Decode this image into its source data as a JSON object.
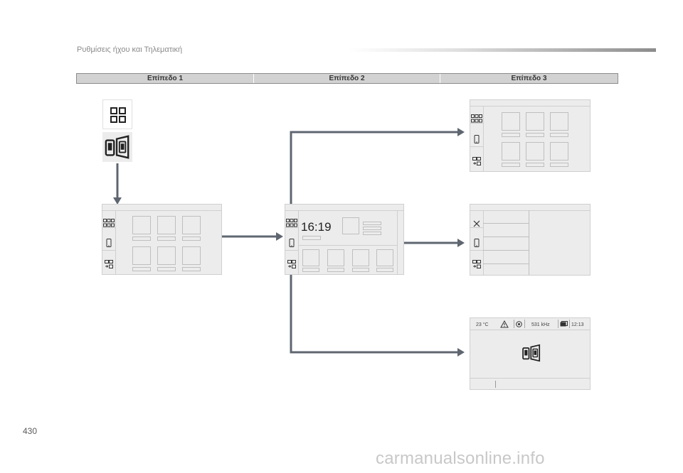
{
  "header": {
    "section_title": "Ρυθμίσεις ήχου και Τηλεματική"
  },
  "levels": [
    {
      "label": "Επίπεδο 1"
    },
    {
      "label": "Επίπεδο 2"
    },
    {
      "label": "Επίπεδο 3"
    }
  ],
  "main_screen": {
    "clock": "16:19"
  },
  "radio_screen": {
    "temperature": "23 °C",
    "frequency": "531 kHz",
    "time": "12:13"
  },
  "icons": {
    "applications": "grid-icon",
    "mirror_screen": "connected-phones-icon",
    "phone": "phone-icon",
    "settings": "settings-icon",
    "close": "close-icon",
    "warning": "warning-icon"
  },
  "colors": {
    "arrow": "#5f6670",
    "level_bar": "#d2d2d2",
    "screen_bg": "#ececec"
  },
  "footer": {
    "page_number": "430",
    "watermark": "carmanualsonline.info"
  }
}
